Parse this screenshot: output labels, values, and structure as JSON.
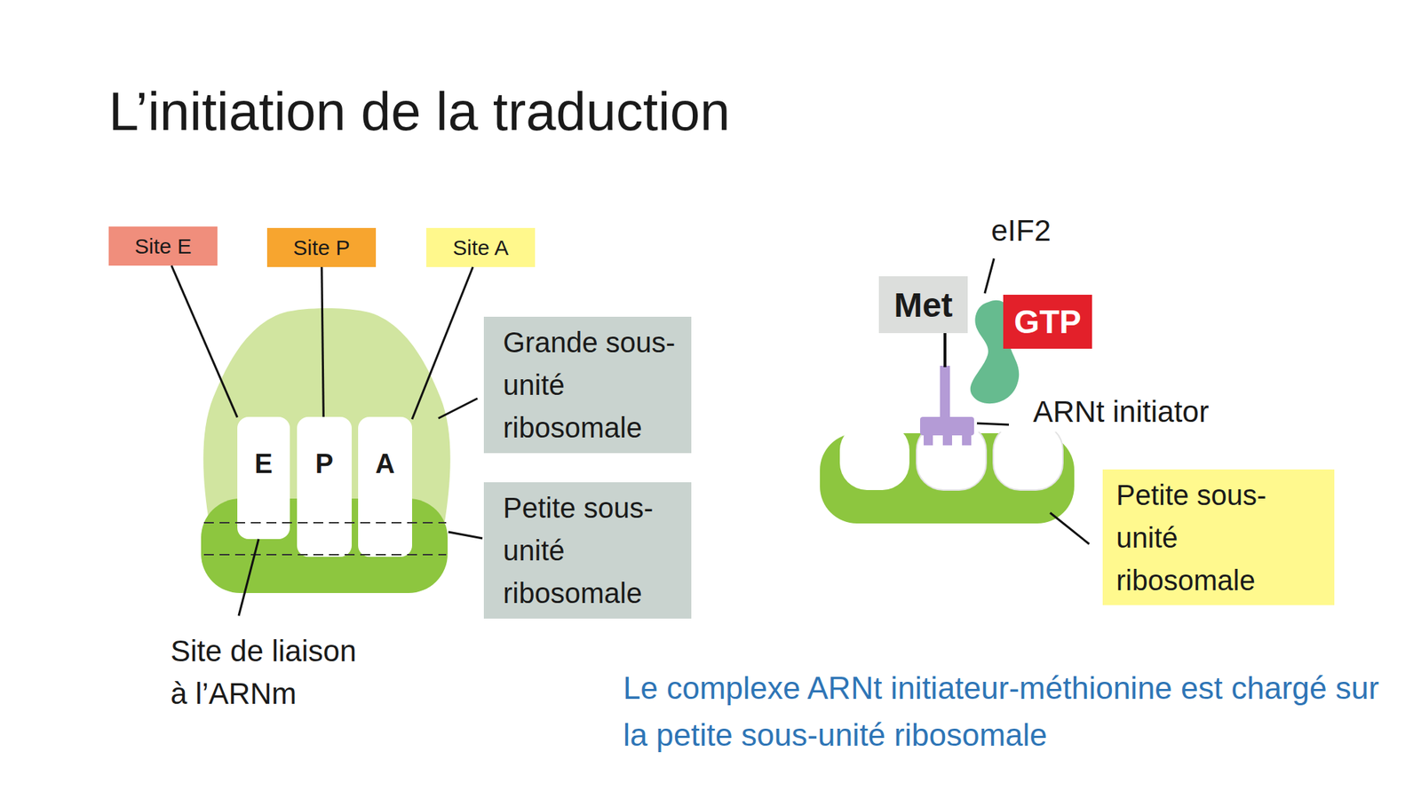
{
  "diagram": {
    "title": "L’initiation de la traduction",
    "caption": "Le complexe ARNt initiateur-méthionine est chargé sur la petite sous-unité ribosomale",
    "nodes": [
      {
        "text": [
          "Site E"
        ]
      },
      {
        "text": [
          "Site P"
        ]
      },
      {
        "text": [
          "Site A"
        ]
      },
      {
        "text": [
          "E"
        ]
      },
      {
        "text": [
          "P"
        ]
      },
      {
        "text": [
          "A"
        ]
      },
      {
        "text": [
          "Grande sous-unité ribosomale"
        ]
      },
      {
        "text": [
          "Petite sous-unité ribosomale"
        ]
      },
      {
        "text": [
          "Met"
        ]
      },
      {
        "text": [
          "GTP"
        ]
      },
      {
        "text": [
          "Petite sous-unité ribosomale"
        ]
      }
    ],
    "edges": [
      {
        "from": 0,
        "to": 3,
        "arrow": "none"
      },
      {
        "from": 1,
        "to": 4,
        "arrow": "none"
      },
      {
        "from": 2,
        "to": 5,
        "arrow": "none"
      }
    ],
    "labels": [
      "Site de liaison à l’ARNm",
      "eIF2",
      "ARNt initiator"
    ]
  }
}
